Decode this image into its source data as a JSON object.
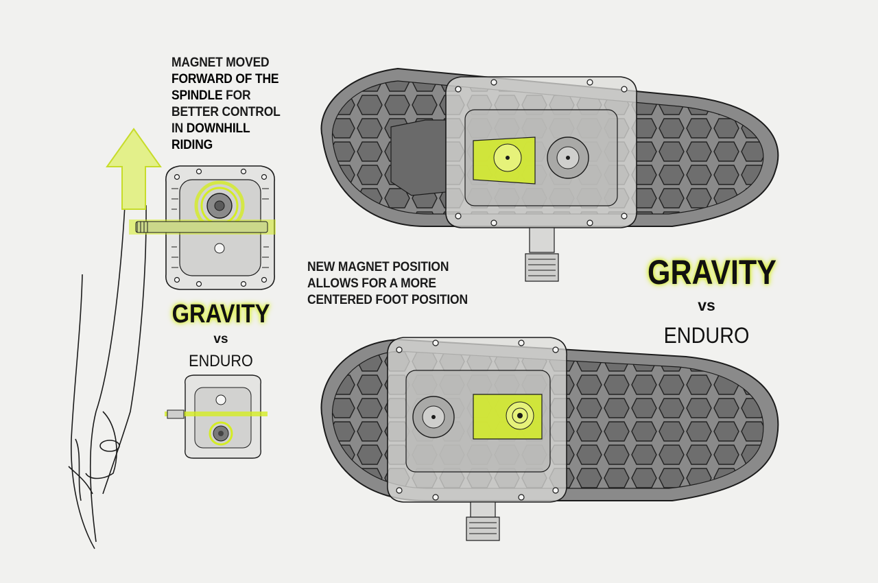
{
  "callouts": {
    "magnet_moved": {
      "line1": "MAGNET MOVED",
      "line2": "FORWARD OF THE",
      "line3a": "SPINDLE",
      "line3b": " FOR",
      "line4": "BETTER CONTROL",
      "line5a": "IN ",
      "line5b": "DOWNHILL",
      "line6": "RIDING"
    },
    "new_position": {
      "line1": "NEW MAGNET POSITION",
      "line2": "ALLOWS FOR A MORE",
      "line3": "CENTERED FOOT POSITION"
    }
  },
  "comparison_small": {
    "gravity": "GRAVITY",
    "vs": "vs",
    "enduro": "ENDURO"
  },
  "comparison_large": {
    "gravity": "GRAVITY",
    "vs": "vs",
    "enduro": "ENDURO"
  },
  "colors": {
    "accent": "#d4ec24",
    "sole": "#8c8c8c",
    "outline": "#1b1b1b",
    "background": "#f1f1ef"
  }
}
